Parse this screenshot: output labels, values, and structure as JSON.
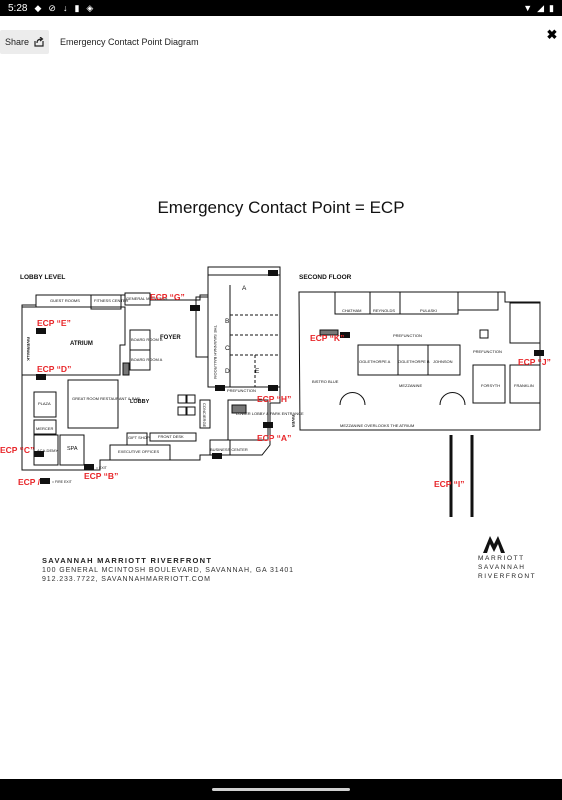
{
  "status_bar": {
    "time": "5:28",
    "left_icons": [
      "maps-icon",
      "vpn-icon",
      "download-icon",
      "sd-card-icon",
      "location-icon"
    ],
    "right_icons": [
      "wifi-icon",
      "signal-icon",
      "battery-icon"
    ]
  },
  "top_bar": {
    "share_label": "Share",
    "title": "Emergency Contact Point Diagram",
    "close_label": "✖"
  },
  "diagram": {
    "heading": "Emergency Contact Point = ECP",
    "ecp_color": "#e8262a",
    "lobby": {
      "level_title": "LOBBY LEVEL",
      "rooms": {
        "guest_rooms": "GUEST ROOMS",
        "fitness_center": "FITNESS CENTER",
        "general_mcintosh": "GENERAL MCINTOSH",
        "atrium": "ATRIUM",
        "foyer": "FOYER",
        "board_room_b": "BOARD ROOM B",
        "board_room_a": "BOARD ROOM A",
        "prefunction": "PREFUNCTION",
        "ballroom": "THE SAVANNAH BALLROOM",
        "riverwalk": "RIVERWALK",
        "plaza": "PLAZA",
        "great_room": "GREAT ROOM RESTAURANT & BAR",
        "lobby": "LOBBY",
        "concierge": "CONCIERGE",
        "mercer": "MERCER",
        "academy": "ACA-DEMY",
        "spa": "SPA",
        "gift_shop": "GIFT SHOP",
        "front_desk": "FRONT DESK",
        "executive_offices": "EXECUTIVE OFFICES",
        "lower_lobby": "LOWER LOBBY & PARK ENTRANCE",
        "business_center": "BUSINESS CENTER",
        "river": "RIVER"
      },
      "ballroom_sections": [
        "A",
        "B",
        "C",
        "D",
        "E"
      ],
      "ecps": {
        "e": "ECP “E”",
        "d": "ECP “D”",
        "c": "ECP “C”",
        "b": "ECP “B”",
        "g": "ECP “G”",
        "h": "ECP “H”",
        "a": "ECP “A”",
        "legend_prefix": "ECP /"
      },
      "legend": {
        "fire_exit": "= FIRE EXIT",
        "exit_1": "= EXIT"
      }
    },
    "second_floor": {
      "level_title": "SECOND FLOOR",
      "rooms": {
        "chatham": "CHATHAM",
        "reynolds": "REYNOLDS",
        "pulaski": "PULASKI",
        "prefunction_top": "PREFUNCTION",
        "oglethorpe_a": "OGLETHORPE A",
        "oglethorpe_b": "OGLETHORPE B",
        "johnson": "JOHNSON",
        "prefunction_right": "PREFUNCTION",
        "bistro_blue": "BISTRO BLUE",
        "mezzanine": "MEZZANINE",
        "forsyth": "FORSYTH",
        "franklin": "FRANKLIN",
        "overlook": "MEZZANINE OVERLOOKS THE ATRIUM"
      },
      "ecps": {
        "k": "ECP “K”",
        "j": "ECP “J”",
        "i": "ECP “I”"
      }
    },
    "footer": {
      "name": "SAVANNAH MARRIOTT RIVERFRONT",
      "address": "100 GENERAL MCINTOSH BOULEVARD, SAVANNAH, GA 31401",
      "contact": "912.233.7722, SAVANNAHMARRIOTT.COM"
    },
    "logo": {
      "line1": "MARRIOTT",
      "line2": "SAVANNAH",
      "line3": "RIVERFRONT"
    }
  }
}
